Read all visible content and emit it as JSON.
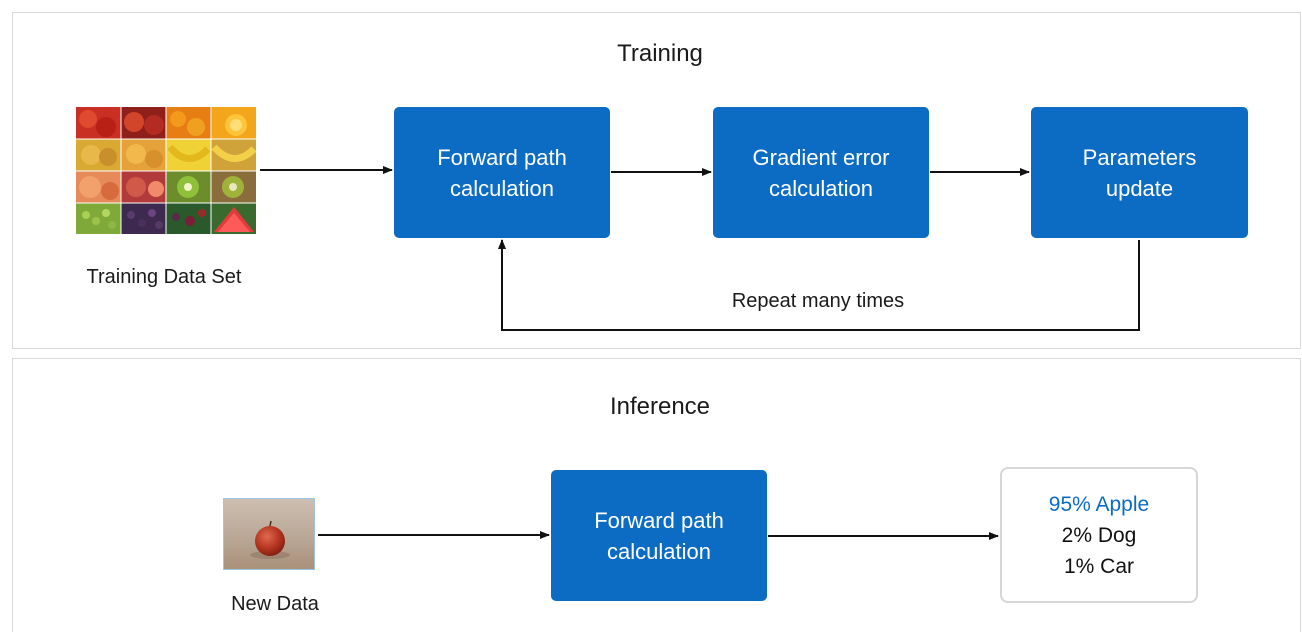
{
  "training": {
    "title": "Training",
    "dataset_label": "Training Data Set",
    "steps": [
      {
        "line1": "Forward path",
        "line2": "calculation"
      },
      {
        "line1": "Gradient error",
        "line2": "calculation"
      },
      {
        "line1": "Parameters",
        "line2": "update"
      }
    ],
    "loop_label": "Repeat many times"
  },
  "inference": {
    "title": "Inference",
    "input_label": "New Data",
    "step": {
      "line1": "Forward path",
      "line2": "calculation"
    },
    "results": {
      "top": "95% Apple",
      "second": "2% Dog",
      "third": "1% Car"
    }
  },
  "colors": {
    "box_blue": "#0c6cc4",
    "result_highlight": "#0c6cc4",
    "panel_border": "#d9d9d9"
  },
  "images": {
    "training_set": "fruit-collage",
    "new_data": "apple-photo"
  }
}
